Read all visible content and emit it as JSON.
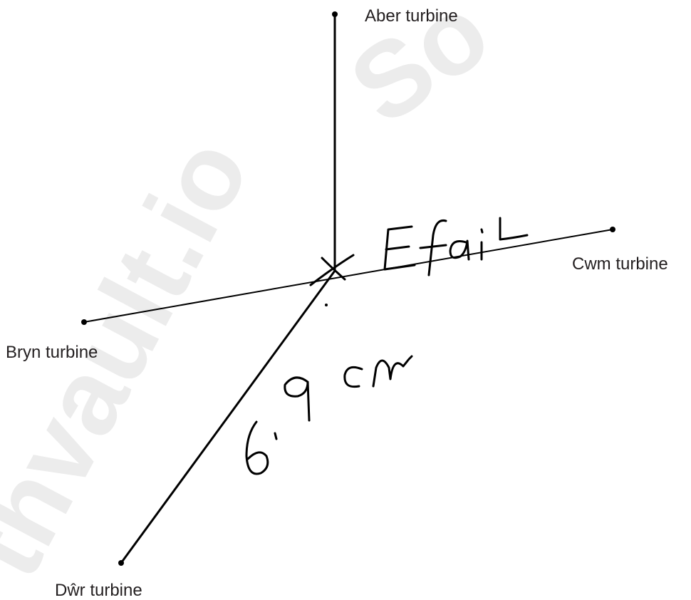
{
  "diagram": {
    "labels": {
      "aber": "Aber turbine",
      "cwm": "Cwm turbine",
      "bryn": "Bryn turbine",
      "dwr": "Dŵr turbine"
    },
    "handwriting": {
      "point_name": "Efail",
      "measurement": "6.9 cm"
    },
    "watermark": "savemyexams / mathvault.io"
  },
  "colors": {
    "line": "#000000",
    "label": "#231f20",
    "watermark": "#ebebeb"
  }
}
